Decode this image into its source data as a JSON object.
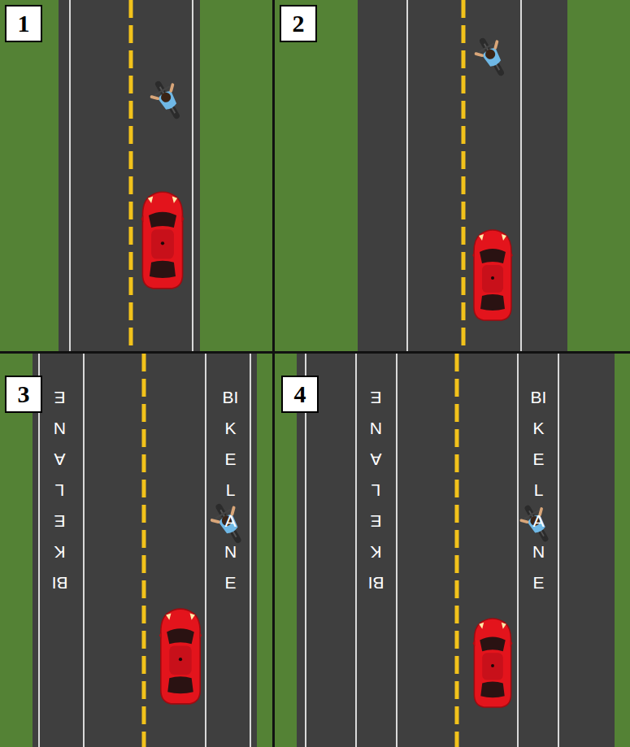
{
  "diagram": {
    "nodes": [
      {
        "text": [
          "1"
        ]
      },
      {
        "text": [
          "2"
        ]
      },
      {
        "text": [
          "3"
        ]
      },
      {
        "text": [
          "4"
        ]
      }
    ],
    "labels": [
      "BIKE LANE",
      "BIKE LANE",
      "BIKE LANE",
      "BIKE LANE"
    ]
  }
}
